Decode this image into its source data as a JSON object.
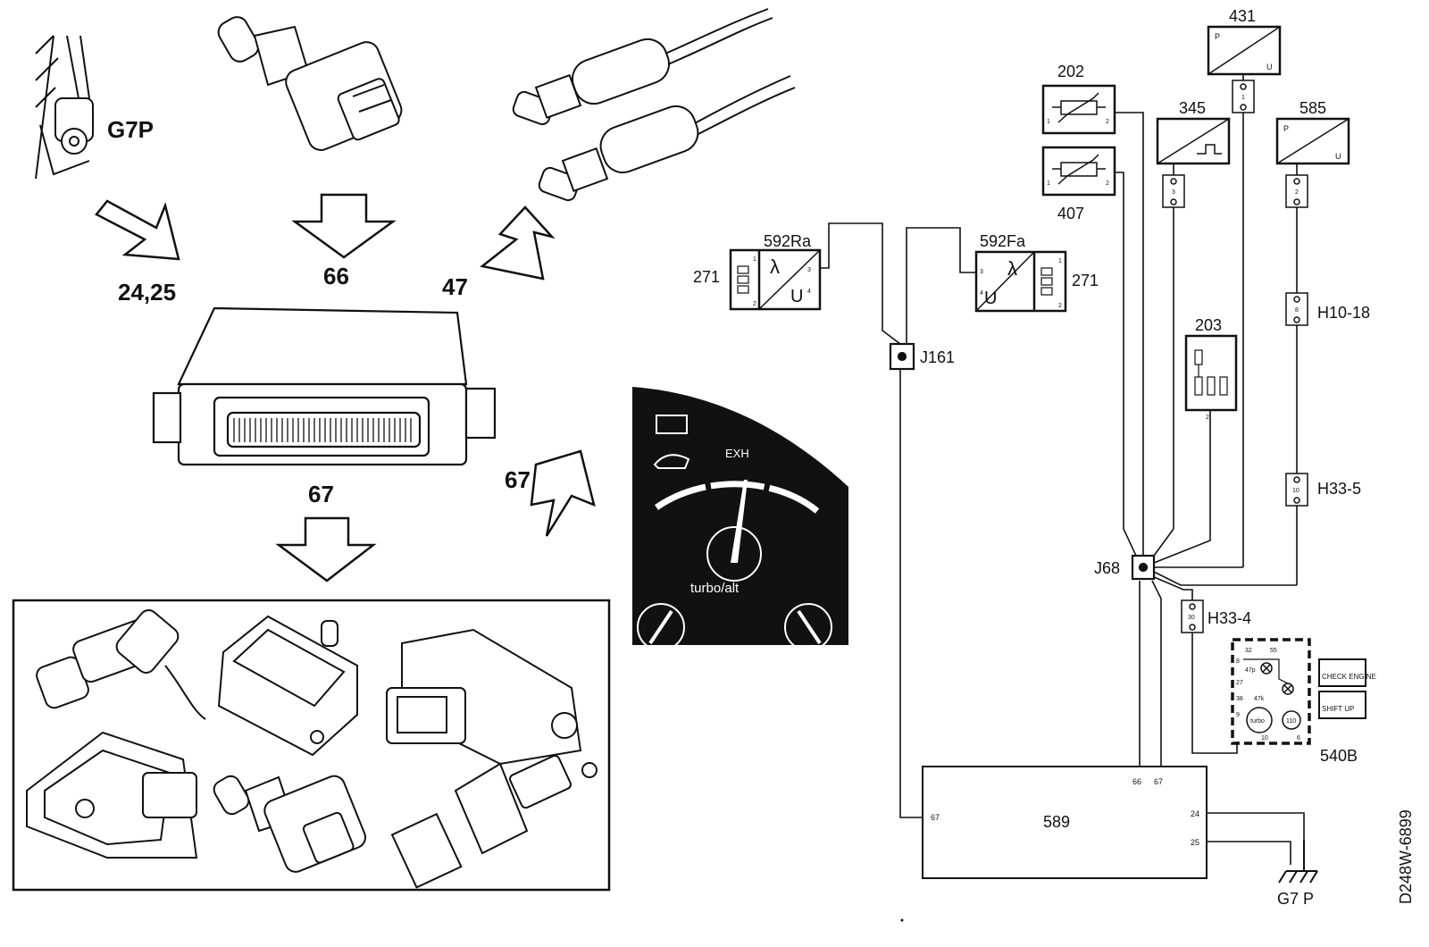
{
  "left_panel": {
    "ground_point_label": "G7P",
    "arrow_labels": {
      "ground": "24,25",
      "temp_sensor": "66",
      "lambda": "47",
      "gauge": "67",
      "sensors_box": "67"
    },
    "gauge": {
      "label_top": "EXH",
      "label_bottom": "turbo/alt"
    }
  },
  "schematic": {
    "ecu": {
      "id": "589",
      "pins": [
        "67",
        "66",
        "67",
        "24",
        "25"
      ]
    },
    "components": {
      "c431": {
        "id": "431",
        "p": "P",
        "u": "U",
        "pin": "1"
      },
      "c202": {
        "id": "202",
        "pin_a": "1",
        "pin_b": "2"
      },
      "c407": {
        "id": "407",
        "pin_a": "1",
        "pin_b": "2"
      },
      "c345": {
        "id": "345",
        "pin": "3"
      },
      "c585": {
        "id": "585",
        "p": "P",
        "u": "U",
        "pin": "2"
      },
      "c592ra": {
        "id": "592Ra",
        "conn": "271",
        "lambda": "λ",
        "u": "U",
        "pins": [
          "1",
          "2",
          "3",
          "4"
        ]
      },
      "c592fa": {
        "id": "592Fa",
        "conn": "271",
        "lambda": "λ",
        "u": "U",
        "pins": [
          "1",
          "2",
          "3",
          "4"
        ]
      },
      "c203": {
        "id": "203",
        "pin": "2"
      },
      "c540b": {
        "id": "540B",
        "check_engine": "CHECK ENGINE",
        "shift_up": "SHIFT UP",
        "turbo": "turbo",
        "pins": [
          "32",
          "55",
          "8",
          "47p",
          "27",
          "38",
          "47k",
          "9",
          "10",
          "110",
          "6"
        ]
      }
    },
    "connectors": {
      "j161": "J161",
      "j68": "J68",
      "h10_18": {
        "id": "H10-18",
        "pin": "8"
      },
      "h33_5": {
        "id": "H33-5",
        "pin": "10"
      },
      "h33_4": {
        "id": "H33-4",
        "pin": "30"
      }
    },
    "ground": "G7 P",
    "drawing_code": "D248W-6899"
  }
}
